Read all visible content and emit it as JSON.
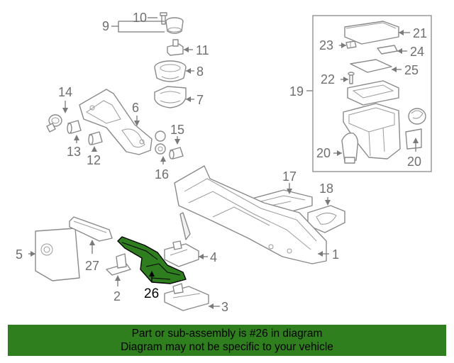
{
  "callouts": {
    "n1": "1",
    "n2": "2",
    "n3": "3",
    "n4": "4",
    "n5": "5",
    "n6": "6",
    "n7": "7",
    "n8": "8",
    "n9": "9",
    "n10": "10",
    "n11": "11",
    "n12": "12",
    "n13": "13",
    "n14": "14",
    "n15": "15",
    "n16": "16",
    "n17": "17",
    "n18": "18",
    "n19": "19",
    "n20a": "20",
    "n20b": "20",
    "n21": "21",
    "n22": "22",
    "n23": "23",
    "n24": "24",
    "n25": "25",
    "n26": "26",
    "n27": "27"
  },
  "highlight": {
    "part": "26",
    "color": "#2e7d1e"
  },
  "banner": {
    "line1": "Part or sub-assembly is #26 in diagram",
    "line2": "Diagram may not be specific to your vehicle",
    "color": "#2f7f1f"
  }
}
